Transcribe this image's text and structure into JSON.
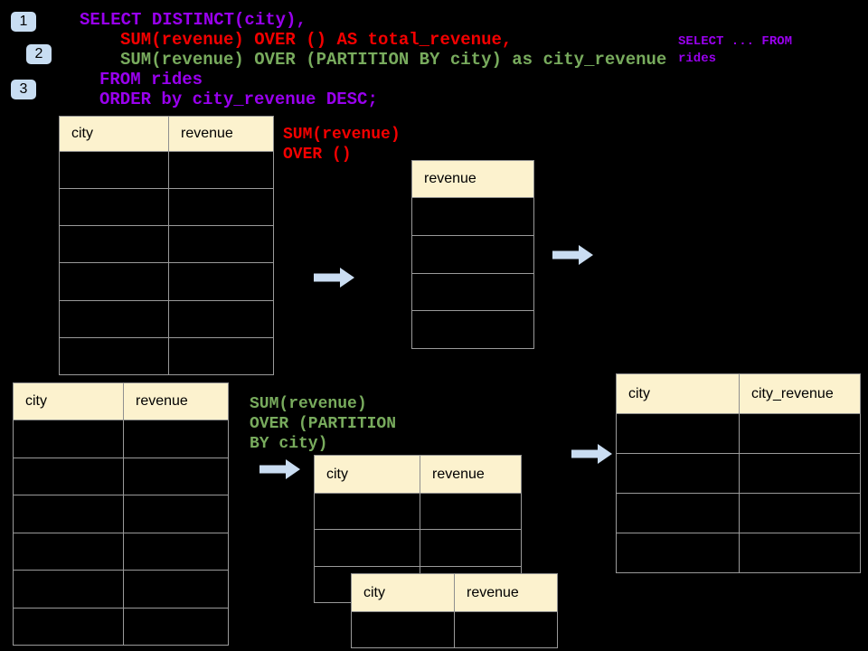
{
  "slide": {
    "colors": {
      "background": "#000000",
      "keyword_purple": "#9900EE",
      "total_red": "#F40000",
      "partition_green": "#78AB5D",
      "table_header_bg": "#FCF2CE",
      "table_border": "#9a9a9a",
      "arrow_blue": "#CADDF2",
      "badge_blue": "#C8DDF2"
    },
    "badges": [
      {
        "label": "1"
      },
      {
        "label": "2"
      },
      {
        "label": "3"
      }
    ],
    "sql_code": {
      "lines": [
        {
          "text": "SELECT DISTINCT(city),",
          "color": "purple",
          "indent": 0
        },
        {
          "text": "SUM(revenue) OVER () AS total_revenue,",
          "color": "red",
          "indent": 1
        },
        {
          "text": "SUM(revenue) OVER (PARTITION BY city) as city_revenue",
          "color": "green",
          "indent": 1
        },
        {
          "text": "FROM rides",
          "color": "purple",
          "indent": 2
        },
        {
          "text": "ORDER by city_revenue DESC;",
          "color": "purple",
          "indent": 2
        }
      ]
    },
    "side_code": {
      "lines": [
        {
          "text": "SELECT ... FROM",
          "color": "purple",
          "indent": 0
        },
        {
          "text": "rides",
          "color": "purple",
          "indent": 0
        }
      ]
    },
    "annotations": {
      "total_label": {
        "lines": [
          {
            "text": "SUM(revenue)",
            "color": "red",
            "indent": 0
          },
          {
            "text": "OVER ()",
            "color": "red",
            "indent": 0
          }
        ]
      },
      "partition_label": {
        "lines": [
          {
            "text": "SUM(revenue)",
            "color": "green",
            "indent": 0
          },
          {
            "text": "OVER (PARTITION",
            "color": "green",
            "indent": 0
          },
          {
            "text": "BY city)",
            "color": "green",
            "indent": 0
          }
        ]
      }
    },
    "tables": {
      "source_top": {
        "columns": [
          "city",
          "revenue"
        ],
        "empty_rows": 6
      },
      "total_result": {
        "columns": [
          "revenue"
        ],
        "empty_rows": 4
      },
      "source_bottom": {
        "columns": [
          "city",
          "revenue"
        ],
        "empty_rows": 6
      },
      "partition_mid": {
        "columns": [
          "city",
          "revenue"
        ],
        "empty_rows": 3
      },
      "partition_overlay": {
        "columns": [
          "city",
          "revenue"
        ],
        "empty_rows": 1
      },
      "city_revenue_result": {
        "columns": [
          "city",
          "city_revenue"
        ],
        "empty_rows": 4
      }
    }
  }
}
